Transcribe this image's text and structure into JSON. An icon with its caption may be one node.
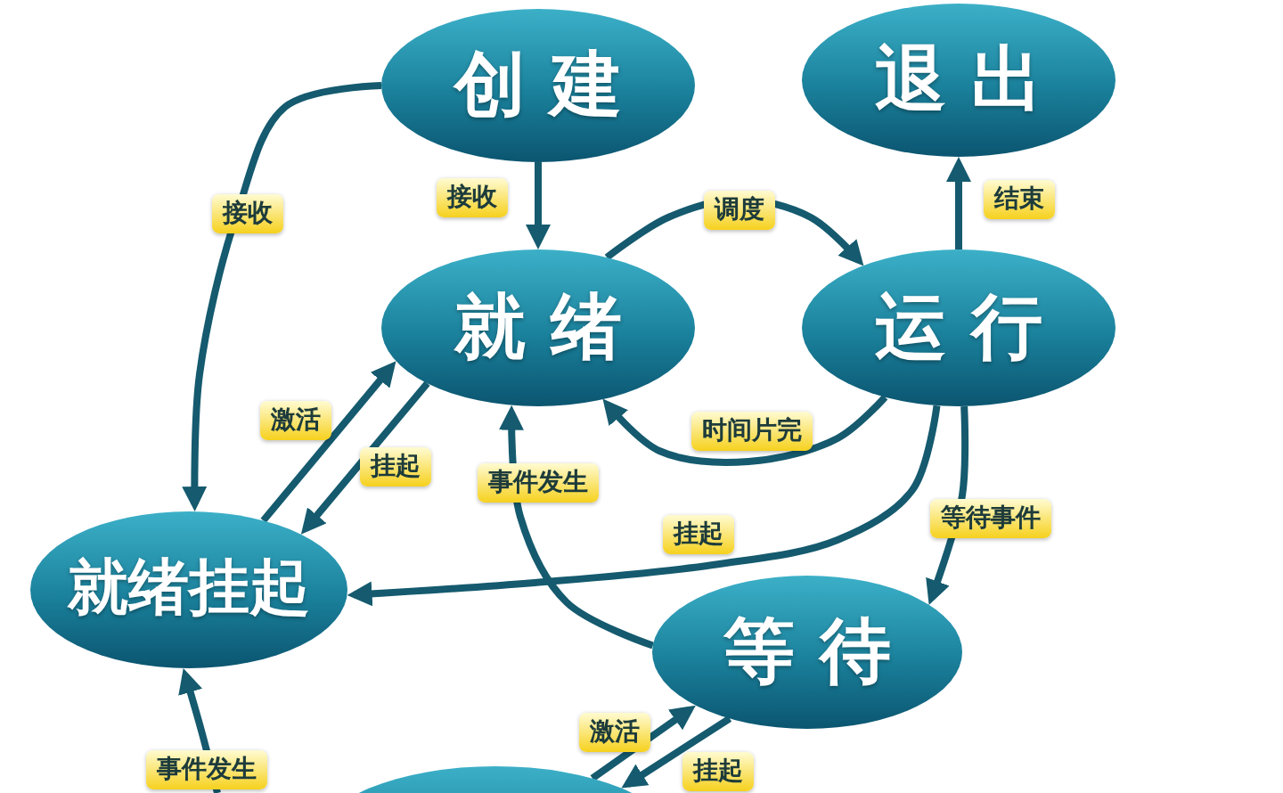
{
  "diagram": {
    "nodes": [
      {
        "text": [
          "创建"
        ]
      },
      {
        "text": [
          "退出"
        ]
      },
      {
        "text": [
          "就绪"
        ]
      },
      {
        "text": [
          "运行"
        ]
      },
      {
        "text": [
          "就绪挂起"
        ]
      },
      {
        "text": [
          "等待"
        ]
      },
      {
        "text": [],
        "shape": "ellipse"
      }
    ],
    "edges": [
      {
        "from": 0,
        "to": 2,
        "arrow": "to",
        "label": "接收"
      },
      {
        "from": 0,
        "to": 4,
        "arrow": "to",
        "label": "接收"
      },
      {
        "from": 2,
        "to": 3,
        "arrow": "to",
        "label": "调度"
      },
      {
        "from": 3,
        "to": 2,
        "arrow": "to",
        "label": "时间片完"
      },
      {
        "from": 3,
        "to": 1,
        "arrow": "to",
        "label": "结束"
      },
      {
        "from": 3,
        "to": 4,
        "arrow": "to",
        "label": "挂起"
      },
      {
        "from": 3,
        "to": 5,
        "arrow": "to",
        "label": "等待事件"
      },
      {
        "from": 4,
        "to": 2,
        "arrow": "to",
        "label": "激活"
      },
      {
        "from": 2,
        "to": 4,
        "arrow": "to",
        "label": "挂起"
      },
      {
        "from": 5,
        "to": 2,
        "arrow": "to",
        "label": "事件发生"
      },
      {
        "from": null,
        "to": 4,
        "arrow": "to",
        "label": "事件发生"
      },
      {
        "from": 6,
        "to": 5,
        "arrow": "to",
        "label": "激活"
      },
      {
        "from": 5,
        "to": 6,
        "arrow": "to",
        "label": "挂起"
      }
    ]
  }
}
